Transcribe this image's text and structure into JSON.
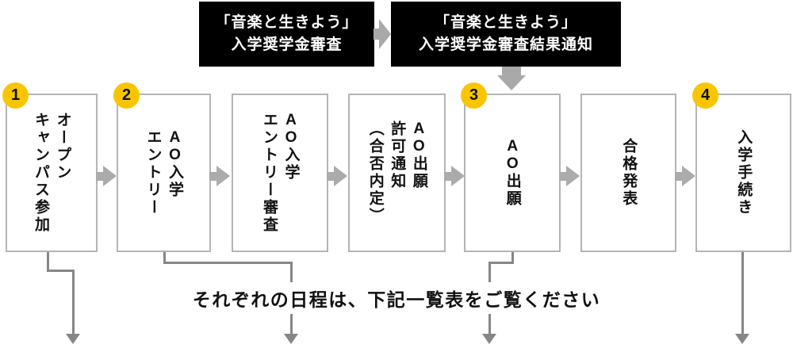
{
  "banners": [
    {
      "line1": "「音楽と生きよう」",
      "line2": "入学奨学金審査"
    },
    {
      "line1": "「音楽と生きよう」",
      "line2": "入学奨学金審査結果通知"
    }
  ],
  "steps": [
    {
      "number": "1",
      "label": "オープン\nキャンパス参加"
    },
    {
      "number": "2",
      "label": "AO入学\nエントリー"
    },
    {
      "label": "AO入学\nエントリー審査"
    },
    {
      "label": "AO出願\n許可通知\n（合否内定）"
    },
    {
      "number": "3",
      "label": "AO出願"
    },
    {
      "label": "合格発表"
    },
    {
      "number": "4",
      "label": "入学手続き"
    }
  ],
  "footer": {
    "note": "それぞれの日程は、下記一覧表をご覧ください"
  },
  "colors": {
    "badge_yellow": "#f8c600",
    "banner_black": "#000000",
    "arrow_gray": "#ababab",
    "connector_gray": "#868686",
    "box_border_gray": "#b4b4b4"
  }
}
